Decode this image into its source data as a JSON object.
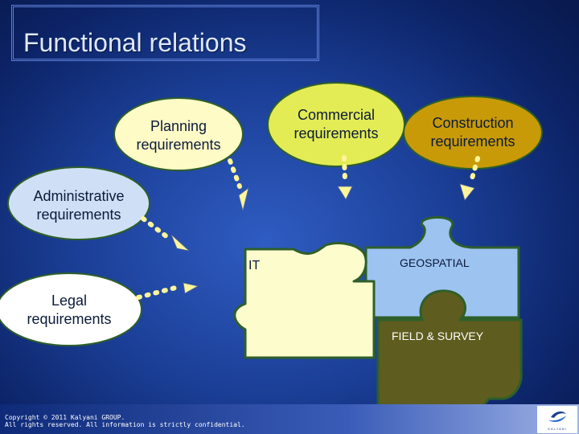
{
  "title": "Functional relations",
  "bubbles": {
    "planning": "Planning\nrequirements",
    "commercial": "Commercial\nrequirements",
    "construction": "Construction\nrequirements",
    "administrative": "Administrative\nrequirements",
    "legal": "Legal\nrequirements"
  },
  "pieces": {
    "it": "IT",
    "geospatial": "GEOSPATIAL",
    "field_survey": "FIELD & SURVEY"
  },
  "footer": {
    "copyright": "Copyright © 2011 Kalyani GROUP.\nAll rights reserved. All information is strictly confidential.",
    "logo_label": "KALYANI"
  },
  "colors": {
    "planning": "#fffbc7",
    "commercial": "#e3ec54",
    "construction": "#c99a08",
    "administrative": "#cfe0f6",
    "legal": "#ffffff",
    "it_piece": "#fdfccd",
    "geospatial_piece": "#9dc3f1",
    "field_survey_piece": "#5e5c1e",
    "arrow": "#fff59a"
  }
}
